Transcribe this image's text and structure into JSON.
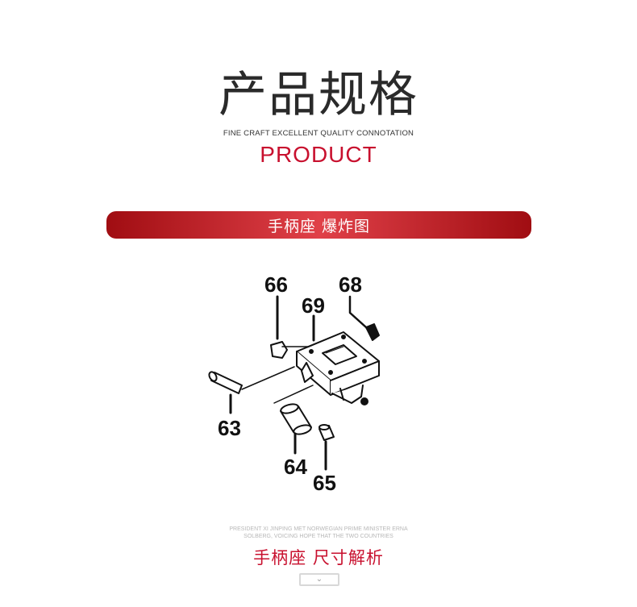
{
  "header": {
    "title": "产品规格",
    "subtitle": "FINE CRAFT EXCELLENT QUALITY CONNOTATION",
    "product": "PRODUCT"
  },
  "banner": {
    "label": "手柄座 爆炸图"
  },
  "diagram": {
    "labels": {
      "p63": "63",
      "p64": "64",
      "p65": "65",
      "p66": "66",
      "p68": "68",
      "p69": "69"
    }
  },
  "footer": {
    "small_text_line1": "PRESIDENT XI JINPING MET NORWEGIAN PRIME MINISTER ERNA",
    "small_text_line2": "SOLBERG, VOICING HOPE THAT THE TWO COUNTRIES",
    "section_title": "手柄座 尺寸解析",
    "chevron_icon": "chevron-down-icon"
  },
  "colors": {
    "accent": "#c8102e",
    "banner_dark": "#a00d12",
    "banner_light": "#e04048"
  }
}
